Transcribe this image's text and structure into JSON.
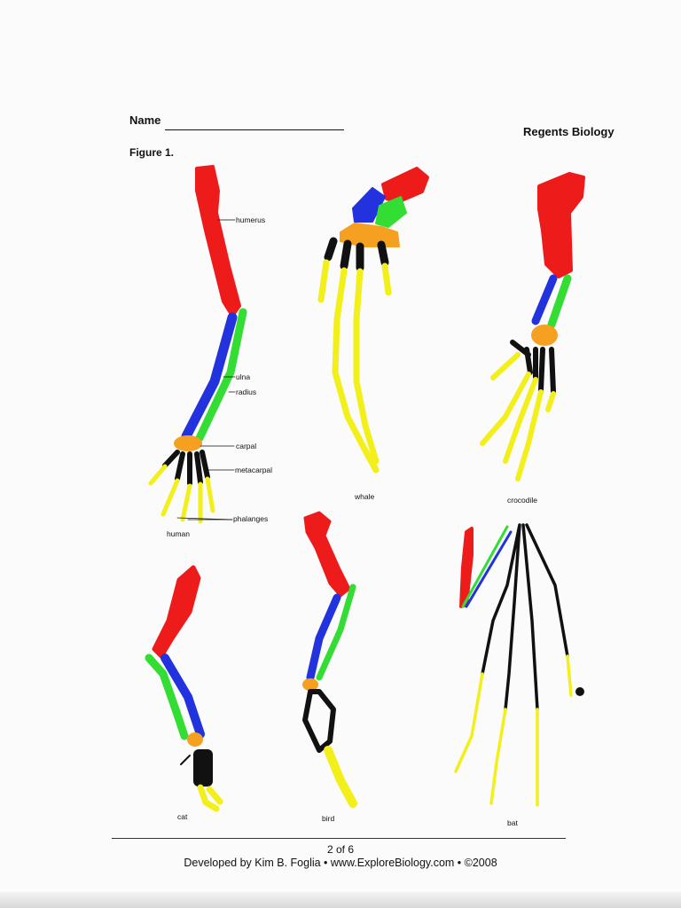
{
  "header": {
    "name_label": "Name",
    "course": "Regents Biology"
  },
  "figure_title": "Figure 1.",
  "human_labels": {
    "humerus": "humerus",
    "ulna": "ulna",
    "radius": "radius",
    "carpal": "carpal",
    "metacarpal": "metacarpal",
    "phalanges": "phalanges"
  },
  "captions": {
    "human": "human",
    "whale": "whale",
    "crocodile": "crocodile",
    "cat": "cat",
    "bird": "bird",
    "bat": "bat"
  },
  "footer": {
    "page": "2 of 6",
    "credit": "Developed by Kim B. Foglia • www.ExploreBiology.com • ©2008"
  },
  "bone_colors": {
    "humerus": "#ee1b1b",
    "ulna": "#2233dd",
    "radius": "#33dd33",
    "carpal": "#f5a020",
    "metacarpal": "#111111",
    "phalanges": "#f2ef1a"
  }
}
